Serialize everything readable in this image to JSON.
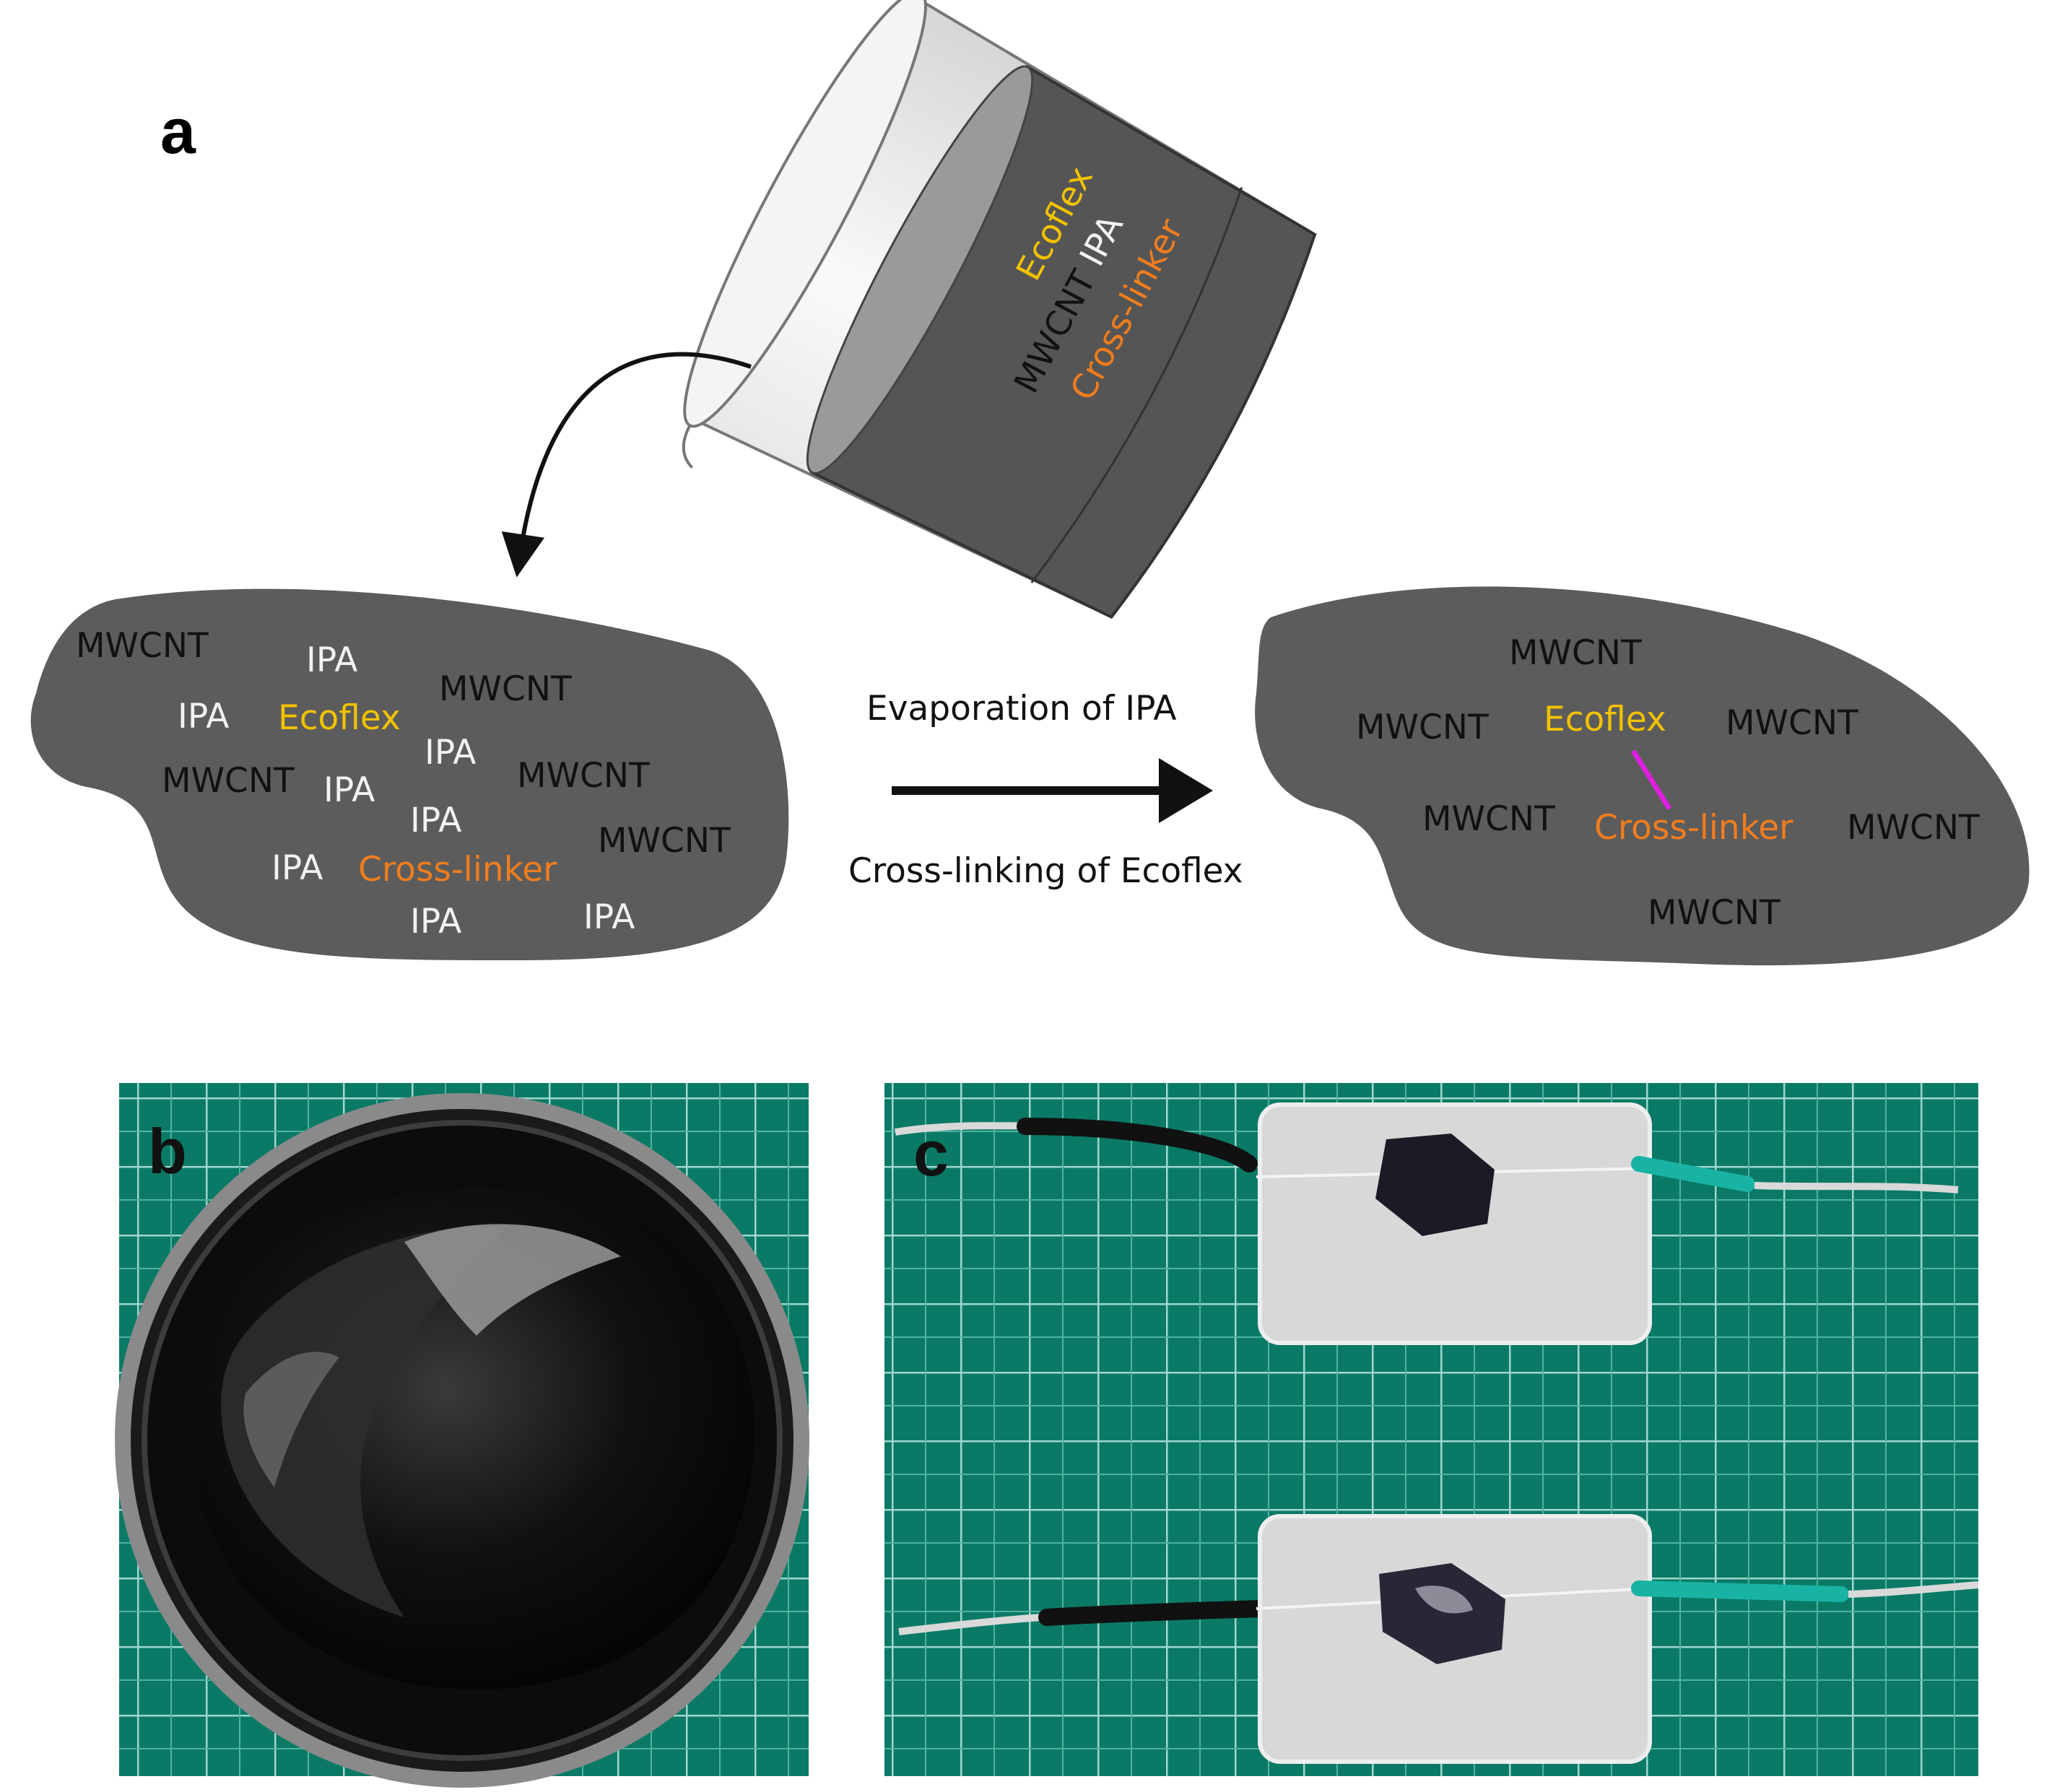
{
  "panels": {
    "a": "a",
    "b": "b",
    "c": "c"
  },
  "beaker": {
    "ecoflex": "Ecoflex",
    "ipa": "IPA",
    "mwcnt": "MWCNT",
    "crosslinker": "Cross-linker"
  },
  "blob_left": {
    "mwcnt_1": "MWCNT",
    "ipa_1": "IPA",
    "mwcnt_2": "MWCNT",
    "ipa_2": "IPA",
    "ecoflex": "Ecoflex",
    "ipa_3": "IPA",
    "mwcnt_3": "MWCNT",
    "ipa_4": "IPA",
    "mwcnt_4": "MWCNT",
    "ipa_5": "IPA",
    "mwcnt_5": "MWCNT",
    "ipa_6": "IPA",
    "crosslinker": "Cross-linker",
    "ipa_7": "IPA",
    "ipa_8": "IPA"
  },
  "process": {
    "top": "Evaporation of IPA",
    "bottom": "Cross-linking of Ecoflex"
  },
  "blob_right": {
    "mwcnt_1": "MWCNT",
    "mwcnt_2": "MWCNT",
    "ecoflex": "Ecoflex",
    "mwcnt_3": "MWCNT",
    "mwcnt_4": "MWCNT",
    "crosslinker": "Cross-linker",
    "mwcnt_5": "MWCNT",
    "mwcnt_6": "MWCNT"
  },
  "colors": {
    "blob": "#5c5c5c",
    "ecoflex": "#f2c200",
    "crosslinker": "#f07d1e",
    "bond": "#e020e0",
    "mat": "#0a7f6a"
  }
}
